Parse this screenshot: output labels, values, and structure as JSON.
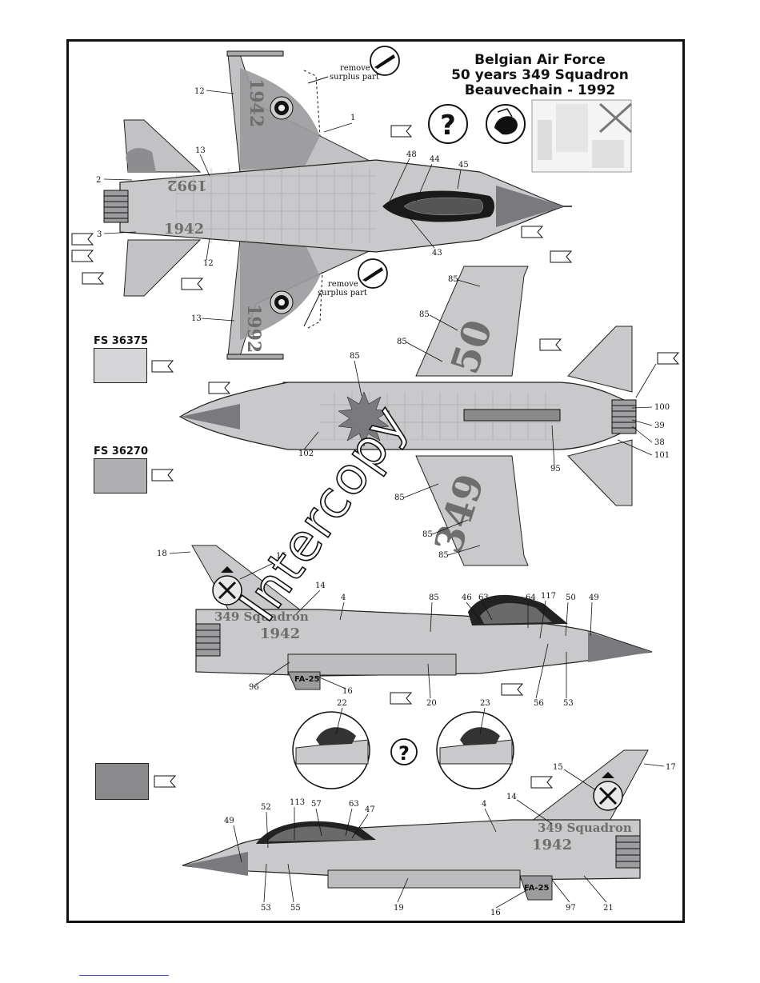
{
  "title": {
    "line1": "Belgian Air Force",
    "line2": "50 years 349 Squadron",
    "line3": "Beauvechain - 1992"
  },
  "swatches": [
    {
      "label": "FS 36375",
      "color": "#d6d6d8"
    },
    {
      "label": "FS 36270",
      "color": "#b0b0b3"
    },
    {
      "label": "",
      "color": "#8a8a8d"
    }
  ],
  "notes": {
    "remove_top": [
      "remove",
      "surplus part"
    ],
    "remove_bottom": [
      "remove",
      "surplus part"
    ]
  },
  "watermark": "Intercopy",
  "markings": {
    "year_a": "1942",
    "year_b": "1992",
    "squadron": "349 Squadron",
    "serial": "FA-25",
    "wing_a": "50",
    "wing_b": "349"
  },
  "symbols": {
    "question": "?"
  },
  "callouts_top": [
    "12",
    "1",
    "13",
    "2",
    "3",
    "12",
    "13",
    "48",
    "44",
    "45",
    "43"
  ],
  "callouts_under": [
    "85",
    "85",
    "85",
    "85",
    "102",
    "100",
    "39",
    "38",
    "101",
    "95",
    "85",
    "85",
    "85"
  ],
  "callouts_side1": [
    "18",
    "15",
    "14",
    "4",
    "85",
    "46",
    "63",
    "64",
    "117",
    "50",
    "49",
    "96",
    "16",
    "20",
    "56",
    "53"
  ],
  "callouts_side2": [
    "22",
    "23",
    "15",
    "17",
    "14",
    "52",
    "113",
    "57",
    "63",
    "47",
    "49",
    "4",
    "53",
    "55",
    "19",
    "16",
    "97",
    "21"
  ],
  "colors": {
    "light": "#d6d6d8",
    "medium": "#b0b0b3",
    "dark": "#8a8a8d",
    "darker": "#7a7a7e",
    "black": "#111111"
  }
}
